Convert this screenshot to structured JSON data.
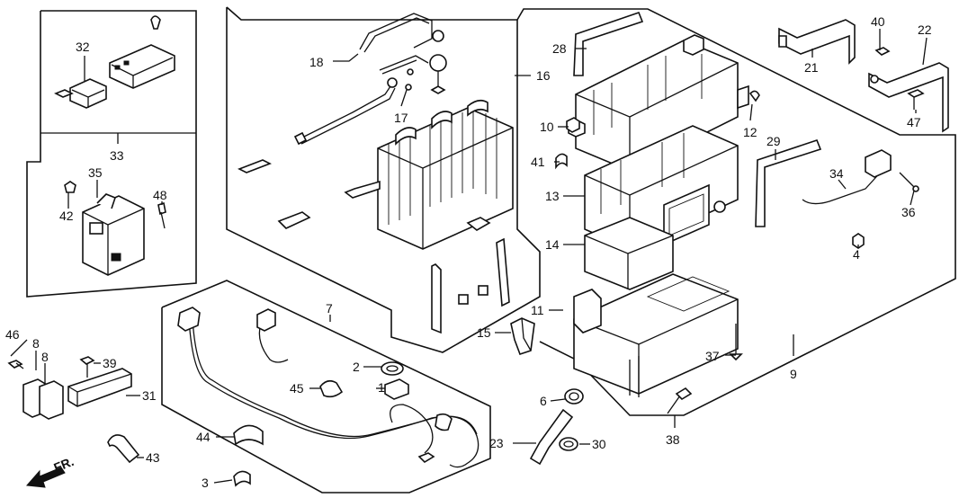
{
  "diagram": {
    "callouts": [
      {
        "id": "c1",
        "text": "1"
      },
      {
        "id": "c2",
        "text": "2"
      },
      {
        "id": "c3",
        "text": "3"
      },
      {
        "id": "c4",
        "text": "4"
      },
      {
        "id": "c6",
        "text": "6"
      },
      {
        "id": "c7",
        "text": "7"
      },
      {
        "id": "c8a",
        "text": "8"
      },
      {
        "id": "c8b",
        "text": "8"
      },
      {
        "id": "c9",
        "text": "9"
      },
      {
        "id": "c10",
        "text": "10"
      },
      {
        "id": "c11",
        "text": "11"
      },
      {
        "id": "c12",
        "text": "12"
      },
      {
        "id": "c13",
        "text": "13"
      },
      {
        "id": "c14",
        "text": "14"
      },
      {
        "id": "c15",
        "text": "15"
      },
      {
        "id": "c16",
        "text": "16"
      },
      {
        "id": "c17",
        "text": "17"
      },
      {
        "id": "c18",
        "text": "18"
      },
      {
        "id": "c21",
        "text": "21"
      },
      {
        "id": "c22",
        "text": "22"
      },
      {
        "id": "c23",
        "text": "23"
      },
      {
        "id": "c28",
        "text": "28"
      },
      {
        "id": "c29",
        "text": "29"
      },
      {
        "id": "c30",
        "text": "30"
      },
      {
        "id": "c31",
        "text": "31"
      },
      {
        "id": "c32",
        "text": "32"
      },
      {
        "id": "c33",
        "text": "33"
      },
      {
        "id": "c34",
        "text": "34"
      },
      {
        "id": "c35",
        "text": "35"
      },
      {
        "id": "c36",
        "text": "36"
      },
      {
        "id": "c37",
        "text": "37"
      },
      {
        "id": "c38",
        "text": "38"
      },
      {
        "id": "c39",
        "text": "39"
      },
      {
        "id": "c40",
        "text": "40"
      },
      {
        "id": "c41",
        "text": "41"
      },
      {
        "id": "c42",
        "text": "42"
      },
      {
        "id": "c43",
        "text": "43"
      },
      {
        "id": "c44",
        "text": "44"
      },
      {
        "id": "c45",
        "text": "45"
      },
      {
        "id": "c46",
        "text": "46"
      },
      {
        "id": "c47",
        "text": "47"
      },
      {
        "id": "c48",
        "text": "48"
      }
    ],
    "direction_marker": "FR."
  }
}
